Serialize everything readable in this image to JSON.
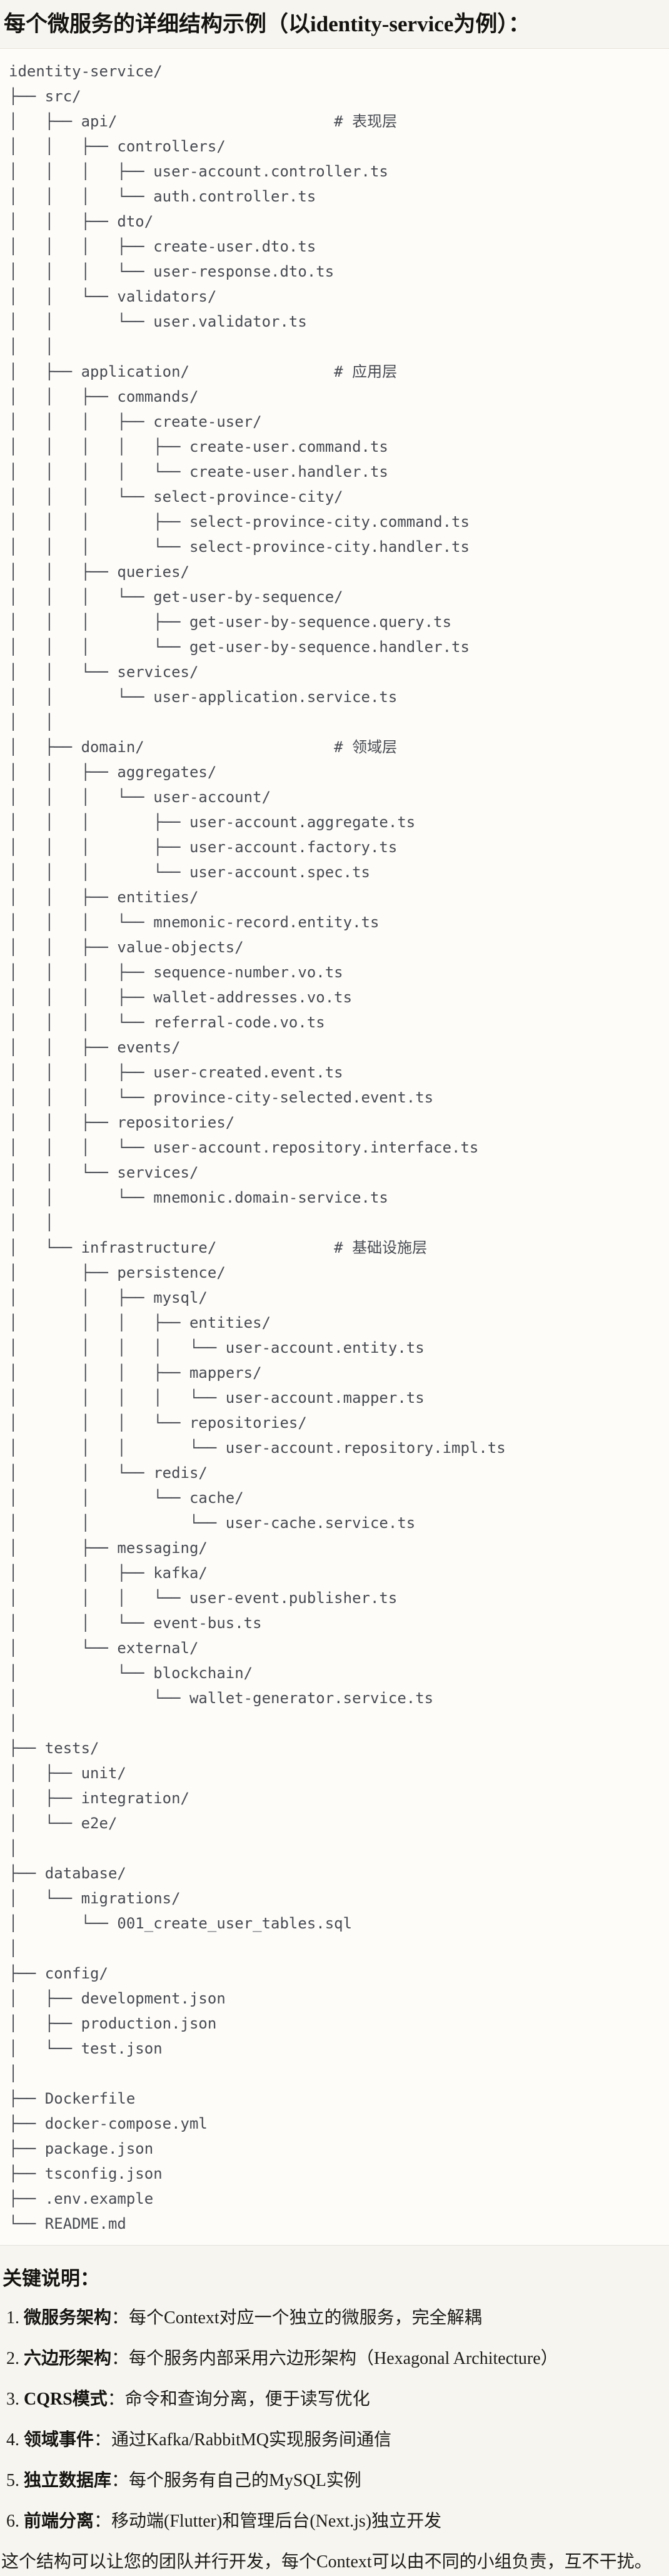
{
  "page": {
    "title": "每个微服务的详细结构示例（以identity-service为例）：",
    "background_color": "#f7f5f0"
  },
  "code_block": {
    "background_color": "#fdfcf9",
    "border_color": "#e5e2da",
    "text_color": "#474a51",
    "layer_comments": [
      "# 表现层",
      "# 应用层",
      "# 领域层",
      "# 基础设施层"
    ],
    "tree_lines": [
      "identity-service/",
      "├── src/",
      "│   ├── api/                        # 表现层",
      "│   │   ├── controllers/",
      "│   │   │   ├── user-account.controller.ts",
      "│   │   │   └── auth.controller.ts",
      "│   │   ├── dto/",
      "│   │   │   ├── create-user.dto.ts",
      "│   │   │   └── user-response.dto.ts",
      "│   │   └── validators/",
      "│   │       └── user.validator.ts",
      "│   │",
      "│   ├── application/                # 应用层",
      "│   │   ├── commands/",
      "│   │   │   ├── create-user/",
      "│   │   │   │   ├── create-user.command.ts",
      "│   │   │   │   └── create-user.handler.ts",
      "│   │   │   └── select-province-city/",
      "│   │   │       ├── select-province-city.command.ts",
      "│   │   │       └── select-province-city.handler.ts",
      "│   │   ├── queries/",
      "│   │   │   └── get-user-by-sequence/",
      "│   │   │       ├── get-user-by-sequence.query.ts",
      "│   │   │       └── get-user-by-sequence.handler.ts",
      "│   │   └── services/",
      "│   │       └── user-application.service.ts",
      "│   │",
      "│   ├── domain/                     # 领域层",
      "│   │   ├── aggregates/",
      "│   │   │   └── user-account/",
      "│   │   │       ├── user-account.aggregate.ts",
      "│   │   │       ├── user-account.factory.ts",
      "│   │   │       └── user-account.spec.ts",
      "│   │   ├── entities/",
      "│   │   │   └── mnemonic-record.entity.ts",
      "│   │   ├── value-objects/",
      "│   │   │   ├── sequence-number.vo.ts",
      "│   │   │   ├── wallet-addresses.vo.ts",
      "│   │   │   └── referral-code.vo.ts",
      "│   │   ├── events/",
      "│   │   │   ├── user-created.event.ts",
      "│   │   │   └── province-city-selected.event.ts",
      "│   │   ├── repositories/",
      "│   │   │   └── user-account.repository.interface.ts",
      "│   │   └── services/",
      "│   │       └── mnemonic.domain-service.ts",
      "│   │",
      "│   └── infrastructure/             # 基础设施层",
      "│       ├── persistence/",
      "│       │   ├── mysql/",
      "│       │   │   ├── entities/",
      "│       │   │   │   └── user-account.entity.ts",
      "│       │   │   ├── mappers/",
      "│       │   │   │   └── user-account.mapper.ts",
      "│       │   │   └── repositories/",
      "│       │   │       └── user-account.repository.impl.ts",
      "│       │   └── redis/",
      "│       │       └── cache/",
      "│       │           └── user-cache.service.ts",
      "│       ├── messaging/",
      "│       │   ├── kafka/",
      "│       │   │   └── user-event.publisher.ts",
      "│       │   └── event-bus.ts",
      "│       └── external/",
      "│           └── blockchain/",
      "│               └── wallet-generator.service.ts",
      "│",
      "├── tests/",
      "│   ├── unit/",
      "│   ├── integration/",
      "│   └── e2e/",
      "│",
      "├── database/",
      "│   └── migrations/",
      "│       └── 001_create_user_tables.sql",
      "│",
      "├── config/",
      "│   ├── development.json",
      "│   ├── production.json",
      "│   └── test.json",
      "│",
      "├── Dockerfile",
      "├── docker-compose.yml",
      "├── package.json",
      "├── tsconfig.json",
      "├── .env.example",
      "└── README.md"
    ]
  },
  "notes": {
    "heading": "关键说明：",
    "items": [
      {
        "num": "1.",
        "label": "微服务架构",
        "desc": "：每个Context对应一个独立的微服务，完全解耦"
      },
      {
        "num": "2.",
        "label": "六边形架构",
        "desc": "：每个服务内部采用六边形架构（Hexagonal Architecture）"
      },
      {
        "num": "3.",
        "label": "CQRS模式",
        "desc": "：命令和查询分离，便于读写优化"
      },
      {
        "num": "4.",
        "label": "领域事件",
        "desc": "：通过Kafka/RabbitMQ实现服务间通信"
      },
      {
        "num": "5.",
        "label": "独立数据库",
        "desc": "：每个服务有自己的MySQL实例"
      },
      {
        "num": "6.",
        "label": "前端分离",
        "desc": "：移动端(Flutter)和管理后台(Next.js)独立开发"
      }
    ],
    "summary": "这个结构可以让您的团队并行开发，每个Context可以由不同的小组负责，互不干扰。"
  }
}
